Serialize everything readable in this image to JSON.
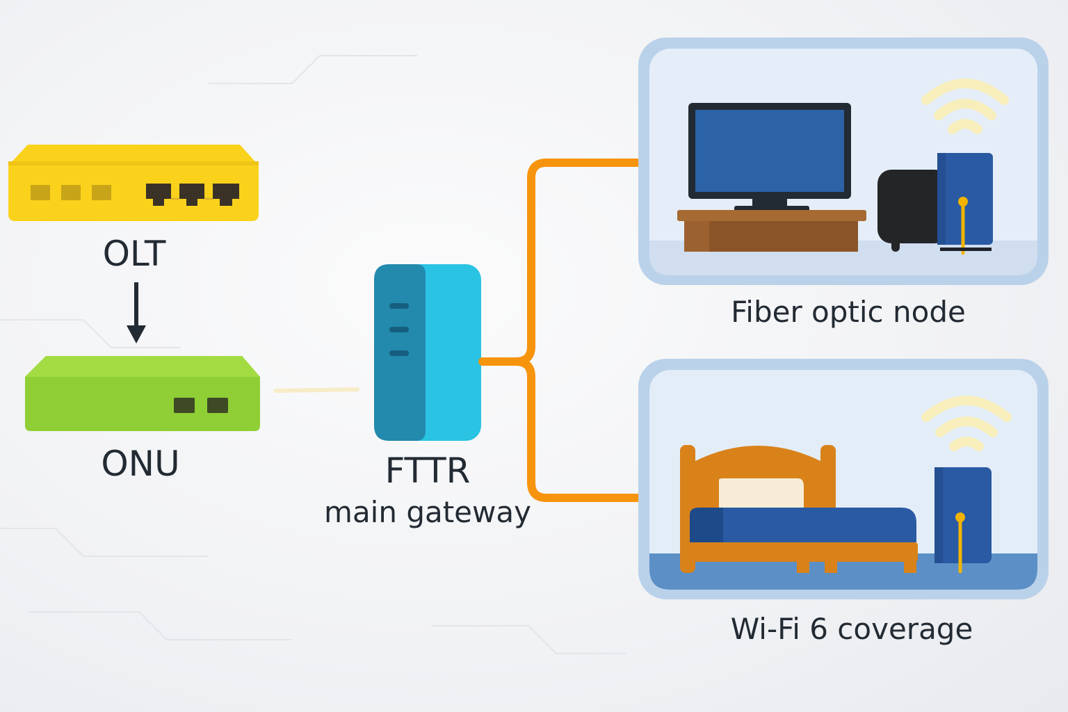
{
  "devices": {
    "olt": {
      "label": "OLT",
      "color": "#fad21c"
    },
    "onu": {
      "label": "ONU",
      "color": "#8fcf35"
    },
    "gateway": {
      "label_line1": "FTTR",
      "label_line2": "main gateway",
      "color": "#2ac3e3"
    }
  },
  "rooms": [
    {
      "label": "Fiber optic node",
      "contents": [
        "tv-icon",
        "tv-stand-icon",
        "speaker-icon",
        "ap-router-icon",
        "wifi-icon"
      ]
    },
    {
      "label": "Wi-Fi 6 coverage",
      "contents": [
        "bed-icon",
        "ap-router-icon",
        "wifi-icon"
      ]
    }
  ],
  "colors": {
    "fiber_line": "#f7940d",
    "room_border": "#b9d0ea",
    "room_fill": "#e4eef8",
    "ap_blue": "#2a5aa3",
    "antenna": "#f2b400"
  }
}
